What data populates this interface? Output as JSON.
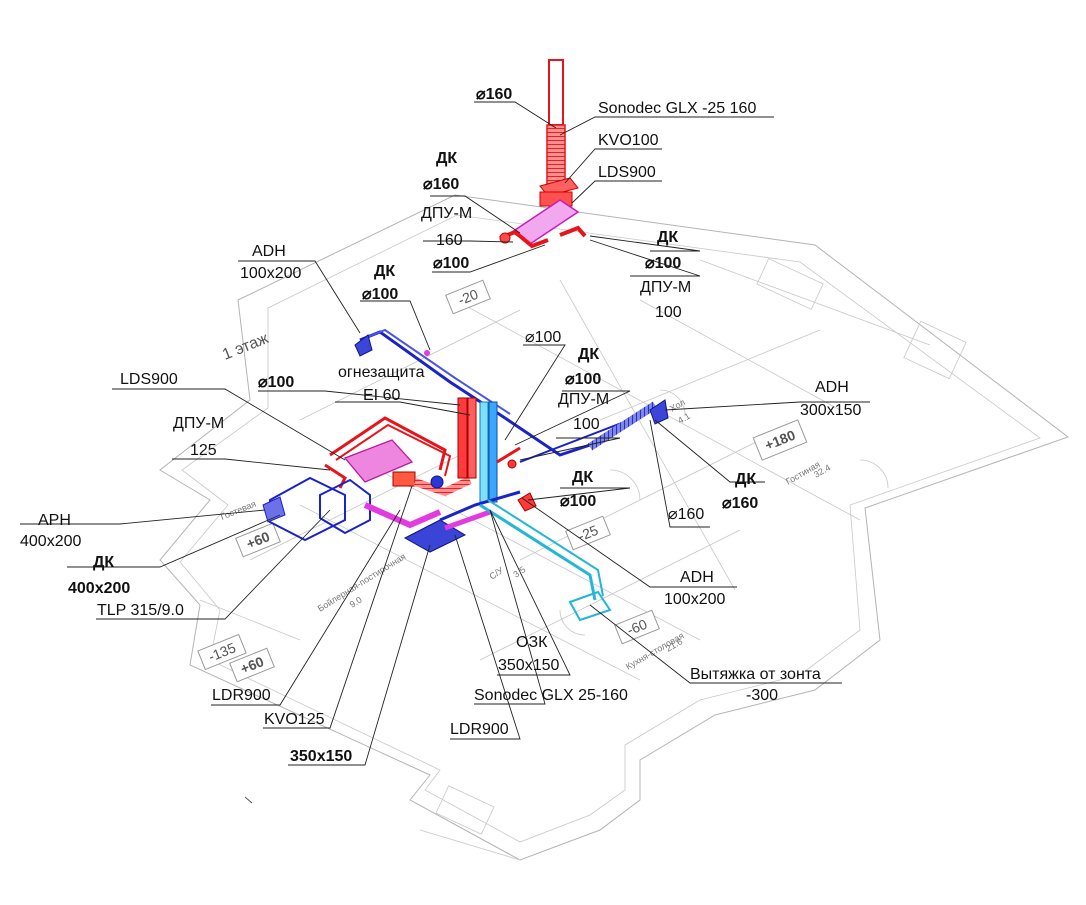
{
  "colors": {
    "supply": "#e8141b",
    "exhaust": "#1a22c8",
    "silencer": "#e23ce0",
    "hood": "#23b6d6",
    "plan": "#b4b4b4"
  },
  "labels": {
    "d160_top": "⌀160",
    "sonodec_top": "Sonodec GLX -25 160",
    "kvo100": "KVO100",
    "lds900_top": "LDS900",
    "dk_tl": "ДК",
    "d160_tl": "⌀160",
    "dpum_tl": "ДПУ-М",
    "n160_tl": "160",
    "d100_tl": "⌀100",
    "dk_tr": "ДК",
    "d100_tr": "⌀100",
    "dpum_tr": "ДПУ-М",
    "n100_tr": "100",
    "adh_tl": "ADH",
    "adh_tl_size": "100x200",
    "dk_ml": "ДК",
    "d100_ml": "⌀100",
    "d100_mc": "⌀100",
    "dk_mc": "ДК",
    "d100_mc2": "⌀100",
    "dpum_mc": "ДПУ-М",
    "n100_mc": "100",
    "lds900_left": "LDS900",
    "d100_left": "⌀100",
    "fire1": "огнезащита",
    "fire2": "EI 60",
    "dpum_left": "ДПУ-М",
    "n125_left": "125",
    "adh_right": "ADH",
    "adh_right_size": "300x150",
    "dk_right": "ДК",
    "d160_right": "⌀160",
    "d160_right2": "⌀160",
    "dk_center": "ДК",
    "d100_center": "⌀100",
    "aph": "APH",
    "aph_size": "400x200",
    "dk_bl": "ДК",
    "dk_bl_size": "400x200",
    "tlp": "TLP 315/9.0",
    "adh_br": "ADH",
    "adh_br_size": "100x200",
    "ozk": "ОЗК",
    "ozk_size": "350x150",
    "hood1": "Вытяжка от зонта",
    "hood2": "-300",
    "sonodec_bot": "Sonodec GLX 25-160",
    "ldr900_left": "LDR900",
    "kvo125": "KVO125",
    "ldr900_right": "LDR900",
    "size_350": "350x150"
  },
  "plan_text": {
    "floor": "1 этаж",
    "lvl_m20": "-20",
    "lvl_p180": "+180",
    "lvl_p60a": "+60",
    "lvl_m25": "-25",
    "lvl_m60": "-60",
    "lvl_m135": "-135",
    "lvl_p60b": "+60",
    "room_guest1": "Гостевая",
    "room_boiler": "Бойлерная-постирочная",
    "room_boiler_area": "9.0",
    "room_wc": "С/У",
    "room_wc_area": "3.5",
    "room_kitchen": "Кухня-столовая",
    "room_kitchen_area": "21.6",
    "room_living": "Гостиная",
    "room_living_area": "32.4",
    "room_hall_area": "4.1",
    "room_hall": "Хол"
  }
}
